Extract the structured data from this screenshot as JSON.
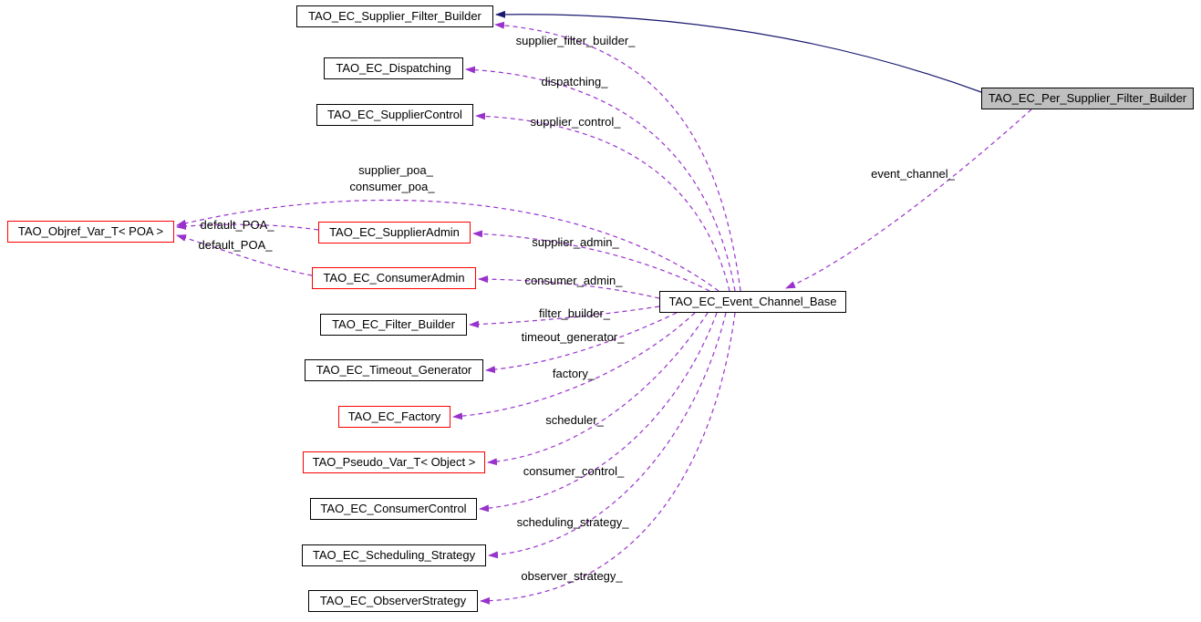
{
  "diagram": {
    "kind": "doxygen-collaboration-graph",
    "nodes": [
      {
        "id": "supplier-filter-builder",
        "label": "TAO_EC_Supplier_Filter_Builder"
      },
      {
        "id": "dispatching",
        "label": "TAO_EC_Dispatching"
      },
      {
        "id": "supplier-control",
        "label": "TAO_EC_SupplierControl"
      },
      {
        "id": "objref-var-poa",
        "label": "TAO_Objref_Var_T< POA >"
      },
      {
        "id": "supplier-admin",
        "label": "TAO_EC_SupplierAdmin"
      },
      {
        "id": "consumer-admin",
        "label": "TAO_EC_ConsumerAdmin"
      },
      {
        "id": "filter-builder",
        "label": "TAO_EC_Filter_Builder"
      },
      {
        "id": "timeout-generator",
        "label": "TAO_EC_Timeout_Generator"
      },
      {
        "id": "factory",
        "label": "TAO_EC_Factory"
      },
      {
        "id": "pseudo-var-object",
        "label": "TAO_Pseudo_Var_T< Object >"
      },
      {
        "id": "consumer-control",
        "label": "TAO_EC_ConsumerControl"
      },
      {
        "id": "scheduling-strategy",
        "label": "TAO_EC_Scheduling_Strategy"
      },
      {
        "id": "observer-strategy",
        "label": "TAO_EC_ObserverStrategy"
      },
      {
        "id": "event-channel-base",
        "label": "TAO_EC_Event_Channel_Base"
      },
      {
        "id": "per-supplier-filter-builder",
        "label": "TAO_EC_Per_Supplier_Filter_Builder"
      }
    ],
    "edge_labels": {
      "supplier_filter_builder": "supplier_filter_builder_",
      "dispatching": "dispatching_",
      "supplier_control": "supplier_control_",
      "supplier_poa": "supplier_poa_",
      "consumer_poa": "consumer_poa_",
      "default_poa_1": "default_POA_",
      "default_poa_2": "default_POA_",
      "supplier_admin": "supplier_admin_",
      "consumer_admin": "consumer_admin_",
      "filter_builder": "filter_builder_",
      "timeout_generator": "timeout_generator_",
      "factory": "factory_",
      "scheduler": "scheduler_",
      "consumer_control": "consumer_control_",
      "scheduling_strategy": "scheduling_strategy_",
      "observer_strategy": "observer_strategy_",
      "event_channel": "event_channel_"
    },
    "colors": {
      "usage_edge": "#9932cc",
      "inheritance_edge": "#191970",
      "node_border": "#000000",
      "node_border_truncated": "#ff0000",
      "highlight_node_fill": "#bfbfbf",
      "background": "#ffffff"
    }
  }
}
